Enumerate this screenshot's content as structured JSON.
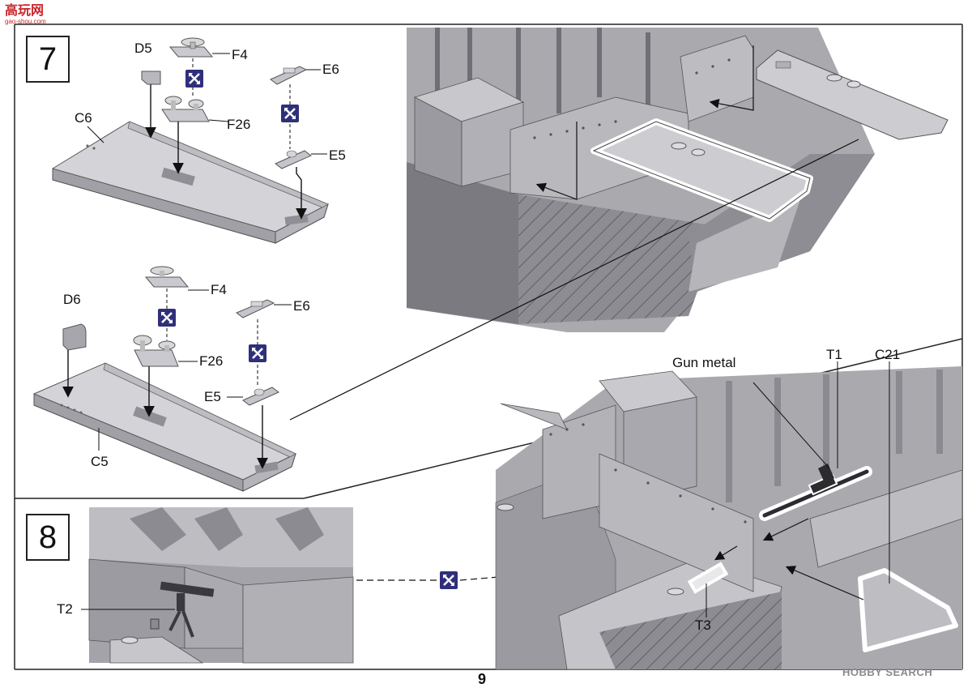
{
  "watermark_top": {
    "logo_text": "高玩网",
    "url": "gao-shou.com"
  },
  "watermark_bottom": {
    "text": "HOBBY SEARCH"
  },
  "page_number": "9",
  "step7": {
    "number": "7",
    "parts": {
      "C6": "C6",
      "D5": "D5",
      "F4_upper": "F4",
      "F26_upper": "F26",
      "E6_upper": "E6",
      "E5_upper": "E5",
      "C5": "C5",
      "D6": "D6",
      "F4_lower": "F4",
      "F26_lower": "F26",
      "E6_lower": "E6",
      "E5_lower": "E5"
    }
  },
  "step8": {
    "number": "8",
    "parts": {
      "T2": "T2",
      "T1": "T1",
      "C21": "C21",
      "T3": "T3"
    },
    "note": "Gun metal"
  },
  "colors": {
    "part_gray": "#c8c8cc",
    "part_gray_dark": "#9a9aa0",
    "hull_gray": "#a9a9ae",
    "hull_dark": "#6f6f75",
    "line": "#222222",
    "glue_icon": "#2f2f7a",
    "watermark_red": "#c8262a",
    "highlight": "#ffffff"
  },
  "icons": [
    "glue-icon",
    "arrow-icon"
  ]
}
